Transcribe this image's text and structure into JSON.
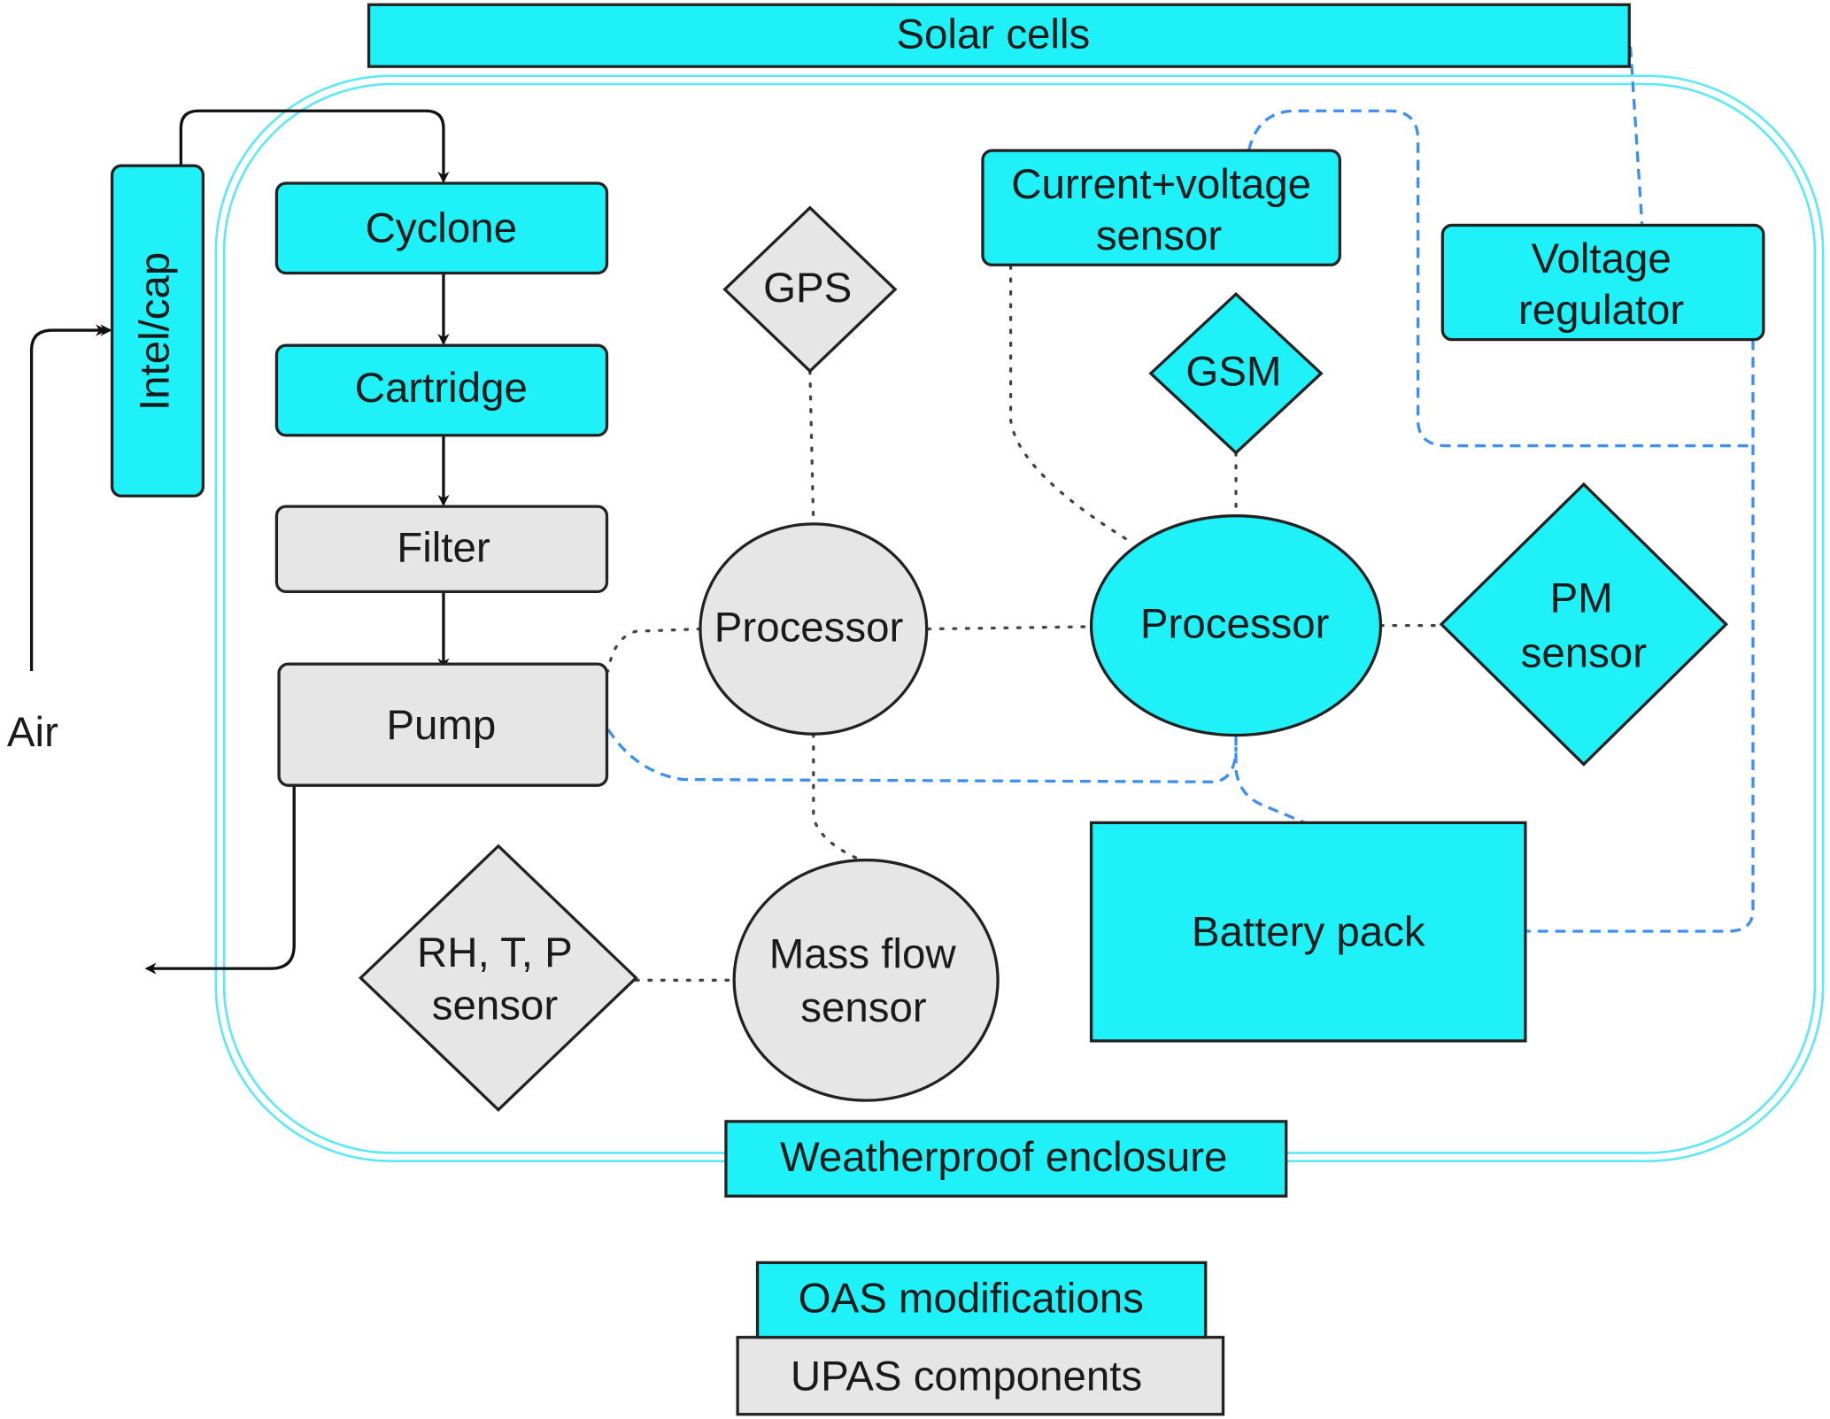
{
  "colors": {
    "oas": "#1ef2f8",
    "upas": "#e6e6e6",
    "power_line": "#3c8ef0",
    "enclosure": "#5ee8f5"
  },
  "nodes": {
    "solar_cells": "Solar cells",
    "intake": "Intel/cap",
    "cyclone": "Cyclone",
    "cartridge": "Cartridge",
    "filter": "Filter",
    "pump": "Pump",
    "gps": "GPS",
    "current_voltage_sensor": [
      "Current+voltage",
      "sensor"
    ],
    "voltage_regulator": [
      "Voltage",
      "regulator"
    ],
    "gsm": "GSM",
    "processor_upas": "Processor",
    "processor_oas": "Processor",
    "pm_sensor": [
      "PM",
      "sensor"
    ],
    "battery_pack": "Battery pack",
    "rh_t_p_sensor": [
      "RH, T, P",
      "sensor"
    ],
    "mass_flow_sensor": [
      "Mass flow",
      "sensor"
    ],
    "air": "Air",
    "enclosure": "Weatherproof enclosure"
  },
  "legend": {
    "oas": "OAS modifications",
    "upas": "UPAS components"
  }
}
